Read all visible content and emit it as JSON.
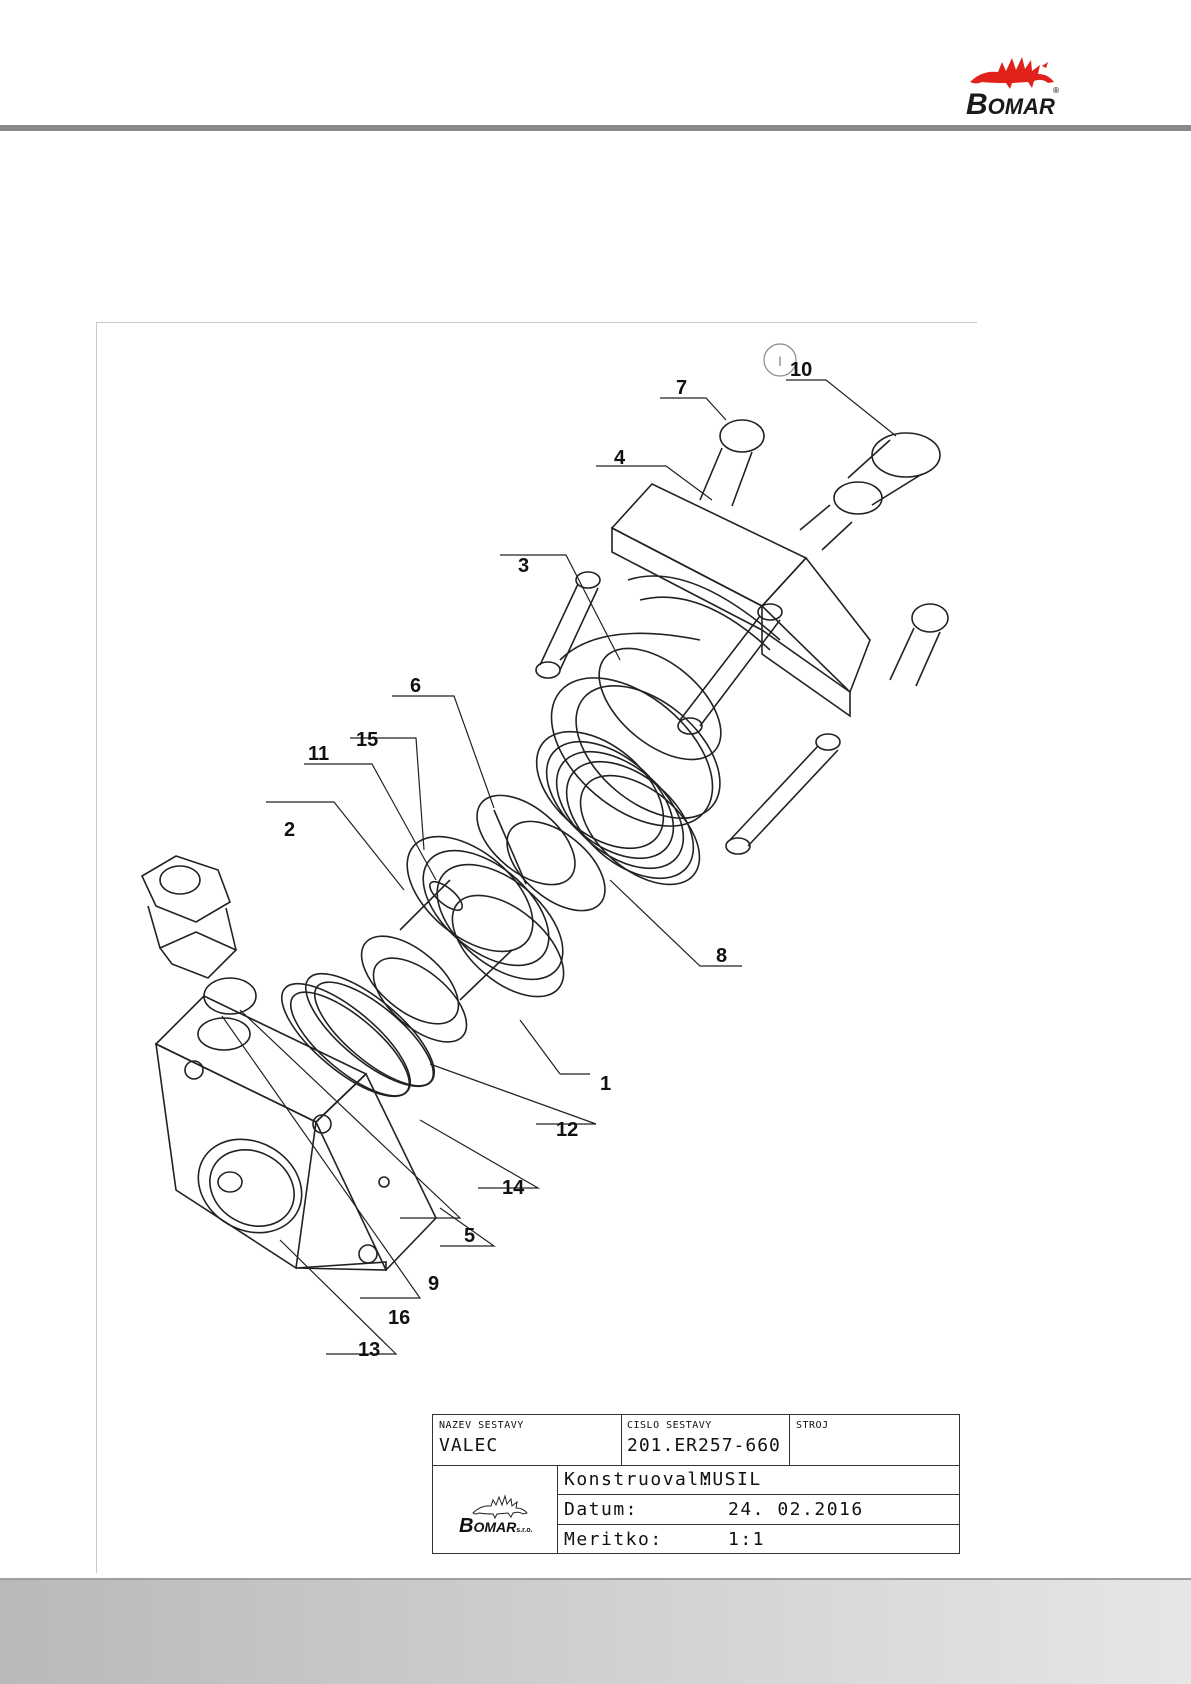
{
  "header": {
    "brand": "BOMAR",
    "brand_initial": "B",
    "brand_rest": "OMAR",
    "registered_mark": "®"
  },
  "callouts": [
    {
      "id": "c1",
      "label": "1"
    },
    {
      "id": "c2",
      "label": "2"
    },
    {
      "id": "c3",
      "label": "3"
    },
    {
      "id": "c4",
      "label": "4"
    },
    {
      "id": "c5",
      "label": "5"
    },
    {
      "id": "c6",
      "label": "6"
    },
    {
      "id": "c7",
      "label": "7"
    },
    {
      "id": "c8",
      "label": "8"
    },
    {
      "id": "c9",
      "label": "9"
    },
    {
      "id": "c10",
      "label": "10"
    },
    {
      "id": "c11",
      "label": "11"
    },
    {
      "id": "c12",
      "label": "12"
    },
    {
      "id": "c13",
      "label": "13"
    },
    {
      "id": "c14",
      "label": "14"
    },
    {
      "id": "c15",
      "label": "15"
    },
    {
      "id": "c16",
      "label": "16"
    }
  ],
  "circled_marker": "I",
  "title_block": {
    "name_label": "NAZEV SESTAVY",
    "name_value": "VALEC",
    "number_label": "CISLO SESTAVY",
    "number_value": "201.ER257-660",
    "machine_label": "STROJ",
    "machine_value": "",
    "designer_key": "Konstruoval:",
    "designer_value": "MUSIL",
    "date_key": "Datum:",
    "date_value": "24. 02.2016",
    "scale_key": "Meritko:",
    "scale_value": "1:1",
    "logo_initial": "B",
    "logo_rest": "OMAR",
    "logo_suffix": "s.r.o."
  },
  "colors": {
    "header_rule": "#8a8a8a",
    "logo_red": "#e0221b",
    "footer_start": "#b9b9b9",
    "footer_end": "#e6e6e6"
  }
}
